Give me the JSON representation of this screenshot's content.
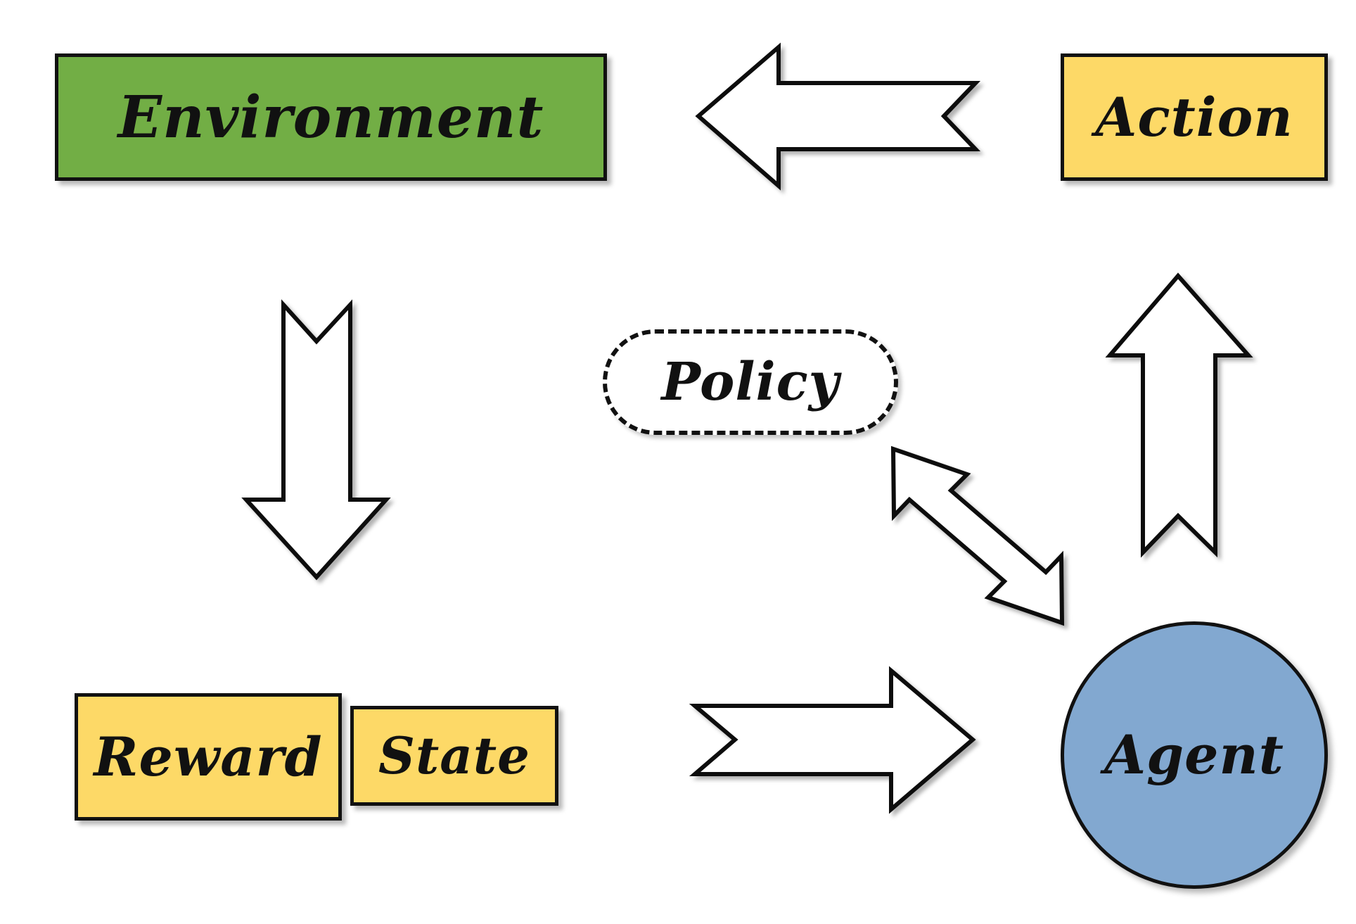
{
  "nodes": {
    "environment": {
      "label": "Environment",
      "fill": "#72AE45"
    },
    "action": {
      "label": "Action",
      "fill": "#FDD967"
    },
    "policy": {
      "label": "Policy",
      "fill": "#FFFFFF"
    },
    "reward": {
      "label": "Reward",
      "fill": "#FDD967"
    },
    "state": {
      "label": "State",
      "fill": "#FDD967"
    },
    "agent": {
      "label": "Agent",
      "fill": "#82A8D0"
    }
  },
  "edges": [
    {
      "from": "action",
      "to": "environment"
    },
    {
      "from": "environment",
      "to": "reward"
    },
    {
      "from": "state",
      "to": "agent"
    },
    {
      "from": "agent",
      "to": "action"
    },
    {
      "from": "agent",
      "to": "policy",
      "bidirectional": true
    }
  ]
}
